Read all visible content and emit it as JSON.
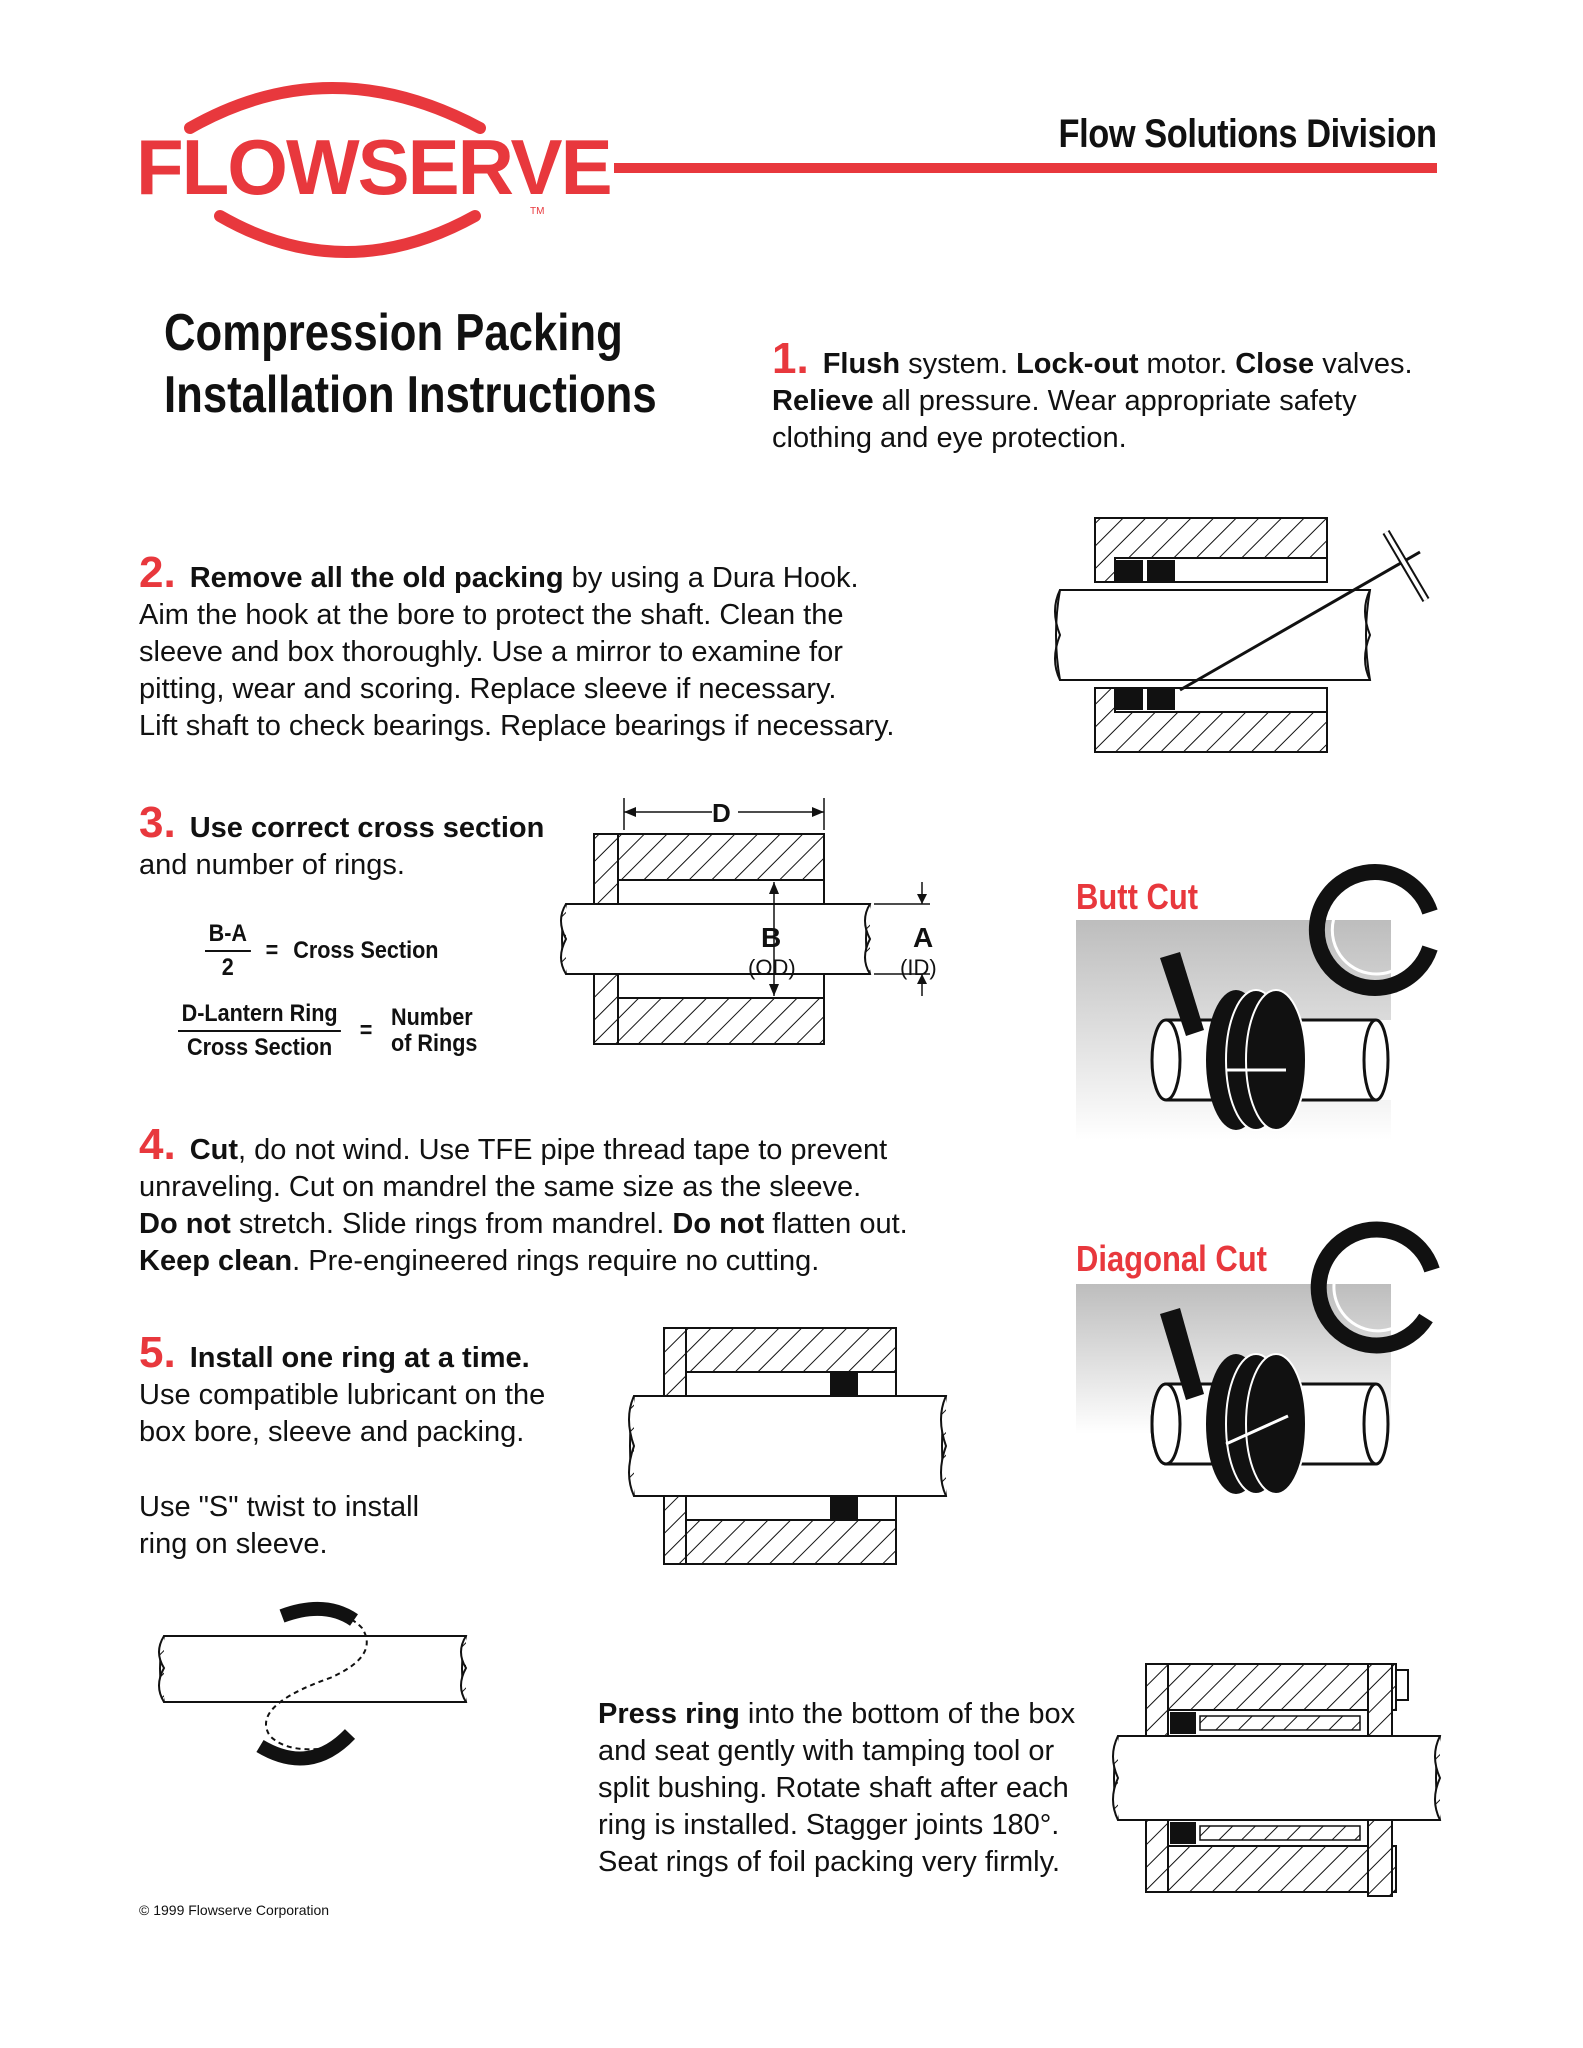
{
  "brand": {
    "name": "FLOWSERVE",
    "tm": "TM"
  },
  "header": {
    "division": "Flow Solutions Division"
  },
  "title": {
    "line1": "Compression Packing",
    "line2": "Installation Instructions"
  },
  "steps": {
    "s1": {
      "num": "1.",
      "b1": "Flush",
      "t1": " system. ",
      "b2": "Lock-out",
      "t2": " motor. ",
      "b3": "Close",
      "t3": " valves.",
      "b4": "Relieve",
      "t4": " all pressure. Wear appropriate safety",
      "t5": "clothing and eye protection."
    },
    "s2": {
      "num": "2.",
      "b1": "Remove all the old packing",
      "t1": " by using a Dura Hook.",
      "l2": "Aim the hook at the bore to protect the shaft. Clean the",
      "l3": "sleeve and box thoroughly. Use a mirror to examine for",
      "l4": "pitting, wear and scoring. Replace sleeve if necessary.",
      "l5": "Lift shaft to check bearings. Replace bearings if necessary."
    },
    "s3": {
      "num": "3.",
      "b1": "Use correct cross section",
      "l2": "and number of rings."
    },
    "s4": {
      "num": "4.",
      "b1": "Cut",
      "t1": ", do not wind. Use TFE pipe thread tape to prevent",
      "l2": "unraveling. Cut on mandrel the same size as the sleeve.",
      "b2": "Do not",
      "t2": " stretch. Slide rings from mandrel. ",
      "b3": "Do not",
      "t3": " flatten out.",
      "b4": "Keep clean",
      "t4": ". Pre-engineered rings require no cutting."
    },
    "s5": {
      "num": "5.",
      "b1": "Install one ring at a time.",
      "l2": "Use compatible lubricant on the",
      "l3": "box bore, sleeve and packing.",
      "l4": "Use \"S\" twist to install",
      "l5": "ring on sleeve."
    },
    "press": {
      "b1": "Press ring",
      "t1": " into the bottom of the box",
      "l2": "and seat gently with tamping tool or",
      "l3": "split bushing. Rotate shaft after each",
      "l4": "ring is installed. Stagger joints 180°.",
      "l5": "Seat rings of foil packing very firmly."
    }
  },
  "formulas": {
    "f1": {
      "num": "B-A",
      "den": "2",
      "eq": "=",
      "result": "Cross Section"
    },
    "f2": {
      "num": "D-Lantern Ring",
      "den": "Cross Section",
      "eq": "=",
      "result1": "Number",
      "result2": "of Rings"
    }
  },
  "diagram_labels": {
    "d": "D",
    "b": "B",
    "od": "(OD)",
    "a": "A",
    "id": "(ID)"
  },
  "cut_labels": {
    "butt": "Butt Cut",
    "diagonal": "Diagonal Cut"
  },
  "footer": {
    "copyright": "© 1999 Flowserve Corporation"
  },
  "colors": {
    "brand_red": "#e8383d",
    "ink": "#111111"
  }
}
